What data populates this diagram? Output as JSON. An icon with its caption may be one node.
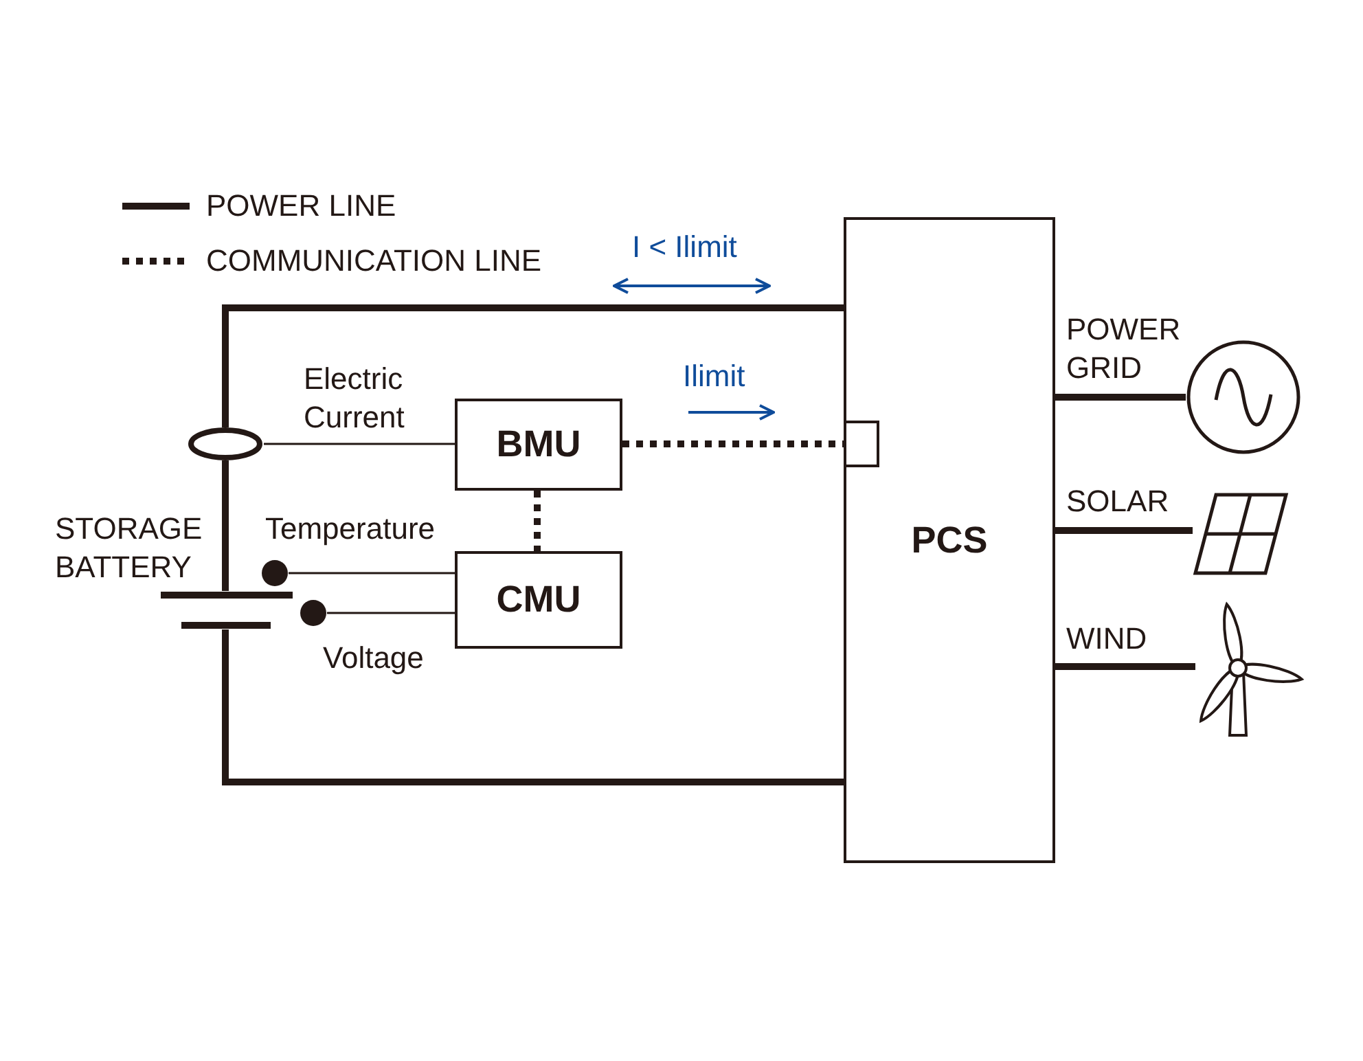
{
  "diagram": {
    "nodes": [
      {
        "text": [
          "PCS"
        ]
      },
      {
        "text": [],
        "shape": "box",
        "in": 0
      },
      {
        "text": [
          "BMU"
        ]
      },
      {
        "text": [
          "CMU"
        ]
      },
      {
        "text": [],
        "shape": "circle"
      },
      {
        "text": [],
        "shape": "battery",
        "beside": [
          "STORAGE BATTERY"
        ]
      },
      {
        "text": [],
        "shape": "circle"
      },
      {
        "text": [],
        "shape": "circle"
      },
      {
        "text": [],
        "shape": "circle"
      },
      {
        "text": [],
        "shape": "picture"
      },
      {
        "text": [],
        "shape": "picture"
      }
    ],
    "edges": [
      {
        "from": 5,
        "to": 4,
        "arrow": "none"
      },
      {
        "from": 4,
        "to": 0,
        "arrow": "none"
      },
      {
        "from": 5,
        "to": 0,
        "arrow": "none"
      },
      {
        "from": 4,
        "to": 2,
        "arrow": "none",
        "label": "Electric Current"
      },
      {
        "from": 2,
        "to": 1,
        "arrow": "none",
        "style": "dashed"
      },
      {
        "from": 2,
        "to": 3,
        "arrow": "none",
        "style": "dashed"
      },
      {
        "from": 6,
        "to": 3,
        "arrow": "none",
        "label": "Temperature"
      },
      {
        "from": 7,
        "to": 3,
        "arrow": "none",
        "label": "Voltage"
      },
      {
        "from": 0,
        "to": 8,
        "arrow": "none",
        "label": "POWER GRID"
      },
      {
        "from": 0,
        "to": 9,
        "arrow": "none",
        "label": "SOLAR"
      },
      {
        "from": 0,
        "to": 10,
        "arrow": "none",
        "label": "WIND"
      }
    ],
    "labels": [
      "I < Ilimit",
      "Ilimit"
    ],
    "legend": [
      {
        "text": "POWER LINE"
      },
      {
        "text": "COMMUNICATION LINE"
      }
    ]
  }
}
